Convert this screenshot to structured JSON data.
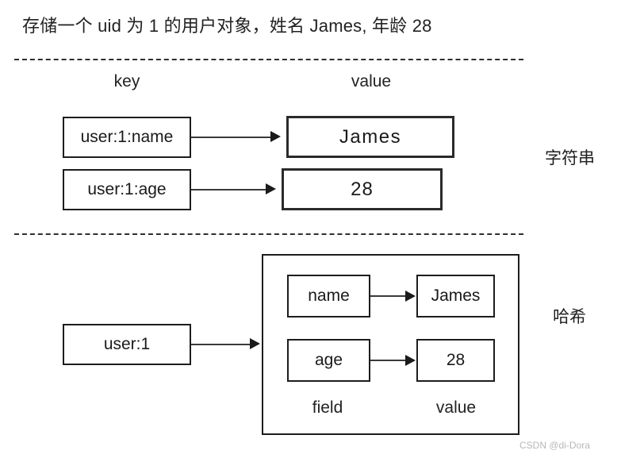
{
  "title": "存储一个 uid 为 1 的用户对象，姓名 James, 年龄 28",
  "headers": {
    "key": "key",
    "value": "value"
  },
  "string_section": {
    "type_label": "字符串",
    "rows": [
      {
        "key": "user:1:name",
        "value": "James"
      },
      {
        "key": "user:1:age",
        "value": "28"
      }
    ]
  },
  "hash_section": {
    "type_label": "哈希",
    "key": "user:1",
    "field_label": "field",
    "value_label": "value",
    "entries": [
      {
        "field": "name",
        "value": "James"
      },
      {
        "field": "age",
        "value": "28"
      }
    ]
  },
  "watermark": "CSDN @di-Dora",
  "colors": {
    "background": "#ffffff",
    "text": "#1a1a1a",
    "box_border": "#1d1d1d",
    "thick_border": "#2a2a2a",
    "arrow": "#3a3a3a",
    "divider": "#2f2f2f",
    "watermark": "#b7b7b7"
  }
}
